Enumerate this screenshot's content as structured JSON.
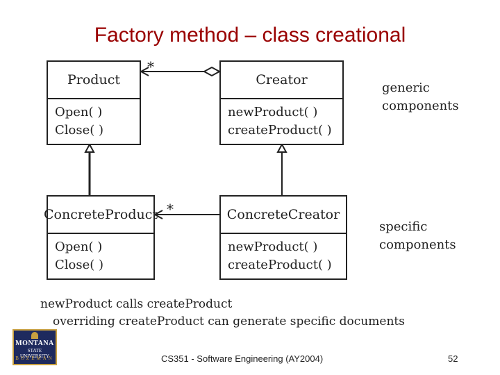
{
  "title": "Factory method – class creational",
  "classes": {
    "product": {
      "name": "Product",
      "ops": [
        "Open( )",
        "Close( )"
      ]
    },
    "creator": {
      "name": "Creator",
      "ops": [
        "newProduct( )",
        "createProduct( )"
      ]
    },
    "concrete_product": {
      "name": "ConcreteProduct",
      "ops": [
        "Open( )",
        "Close( )"
      ]
    },
    "concrete_creator": {
      "name": "ConcreteCreator",
      "ops": [
        "newProduct( )",
        "createProduct( )"
      ]
    }
  },
  "multiplicity": {
    "top": "*",
    "bottom": "*"
  },
  "notes": {
    "generic": [
      "generic",
      "components"
    ],
    "specific": [
      "specific",
      "components"
    ]
  },
  "caption": {
    "line1": "newProduct calls createProduct",
    "line2": "overriding createProduct can generate specific documents"
  },
  "footer": {
    "course": "CS351 - Software Engineering (AY2004)",
    "page": "52"
  },
  "logo": {
    "line1": "MONTANA",
    "line2": "STATE UNIVERSITY",
    "line3": "BOZEMAN"
  }
}
